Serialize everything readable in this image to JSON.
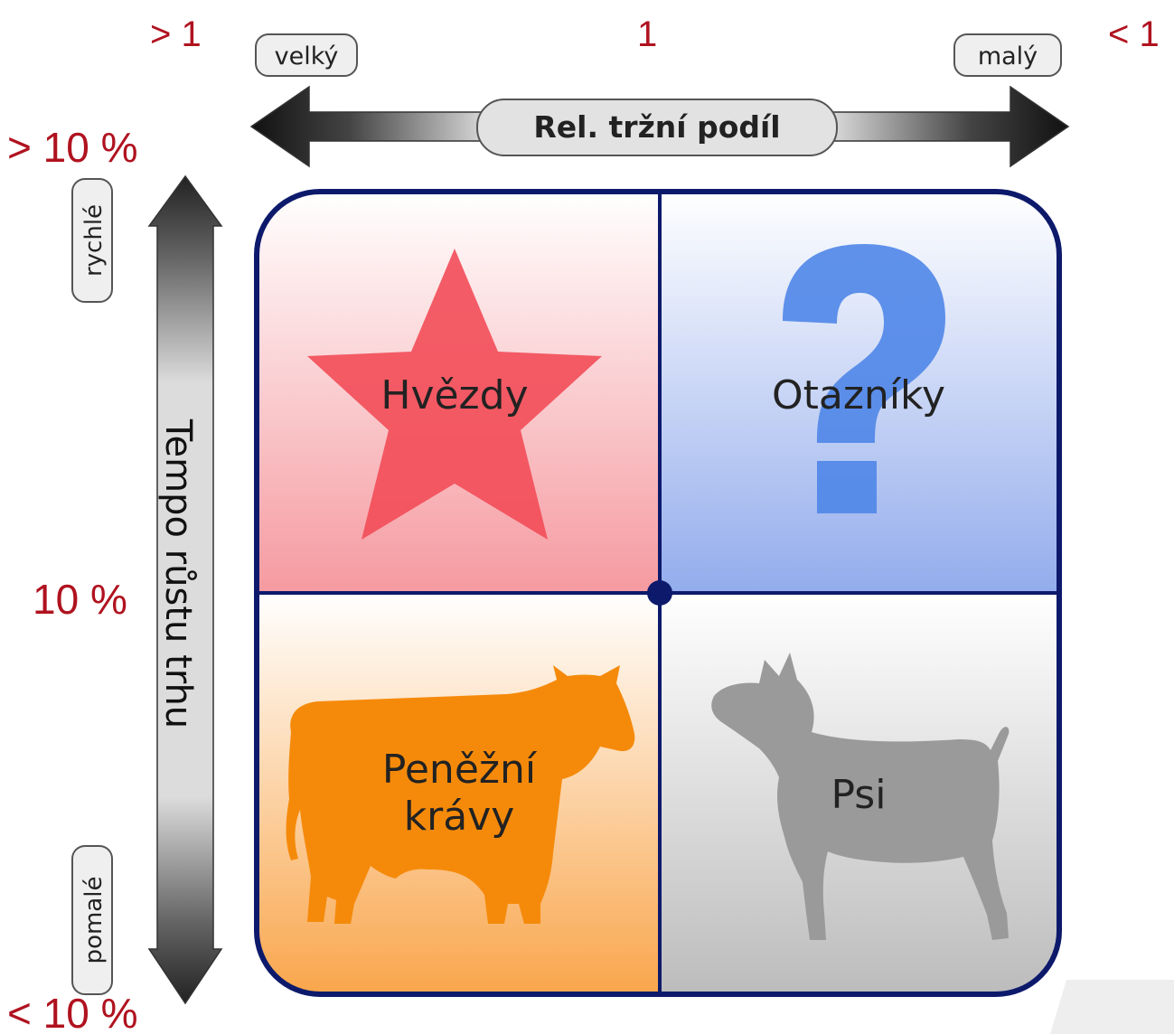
{
  "top_axis": {
    "left_ratio": "> 1",
    "mid_ratio": "1",
    "right_ratio": "< 1",
    "left_tag": "velký",
    "right_tag": "malý",
    "title": "Rel. tržní podíl"
  },
  "left_axis": {
    "top_value": "> 10 %",
    "mid_value": "10 %",
    "bottom_value": "< 10 %",
    "top_tag": "rychlé",
    "bottom_tag": "pomalé",
    "title": "Tempo růstu trhu"
  },
  "quadrants": {
    "top_left": "Hvězdy",
    "top_right": "Otazníky",
    "bottom_left_line1": "Peněžní",
    "bottom_left_line2": "krávy",
    "bottom_right": "Psi"
  },
  "colors": {
    "accent_red": "#b0121f",
    "frame_navy": "#0d1a6b",
    "star_red": "#f24c58",
    "question_blue": "#4f86e8",
    "cow_orange": "#f58a0a",
    "dog_gray": "#9a9a9a"
  },
  "icons": [
    "star-icon",
    "question-mark-icon",
    "cow-icon",
    "dog-icon"
  ]
}
